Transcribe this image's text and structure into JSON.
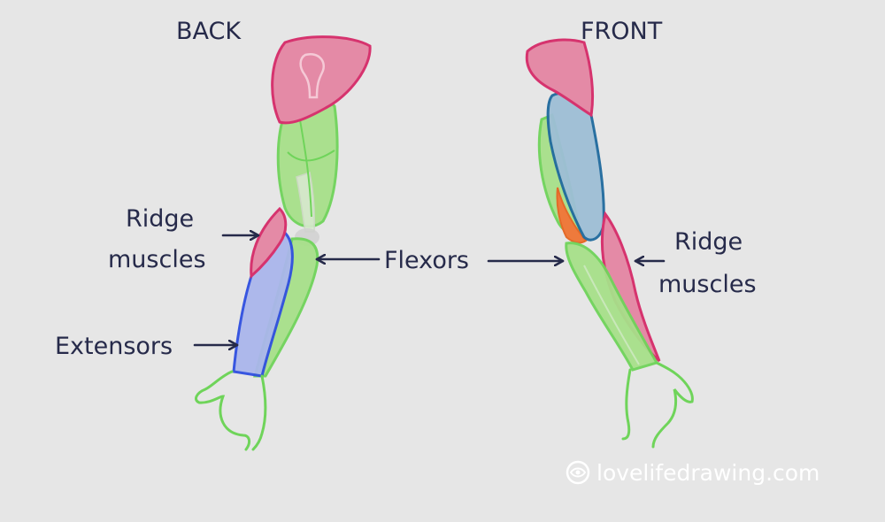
{
  "headings": {
    "back": "BACK",
    "front": "FRONT"
  },
  "labels": {
    "ridge_back_line1": "Ridge",
    "ridge_back_line2": "muscles",
    "extensors": "Extensors",
    "flexors": "Flexors",
    "ridge_front_line1": "Ridge",
    "ridge_front_line2": "muscles"
  },
  "watermark": {
    "text": "lovelifedrawing.com",
    "icon": "eye-logo-icon"
  },
  "colors": {
    "background": "#e6e6e6",
    "text": "#262a4a",
    "deltoid_fill": "#e48aa6",
    "deltoid_stroke": "#d6336e",
    "muscle_green_fill": "#a7e08a",
    "muscle_green_stroke": "#6fd45a",
    "extensor_fill": "#aab6ec",
    "extensor_stroke": "#2f4fe0",
    "biceps_fill": "#9ebed6",
    "biceps_stroke": "#1f6a9e",
    "brachialis": "#ee7a3c"
  }
}
